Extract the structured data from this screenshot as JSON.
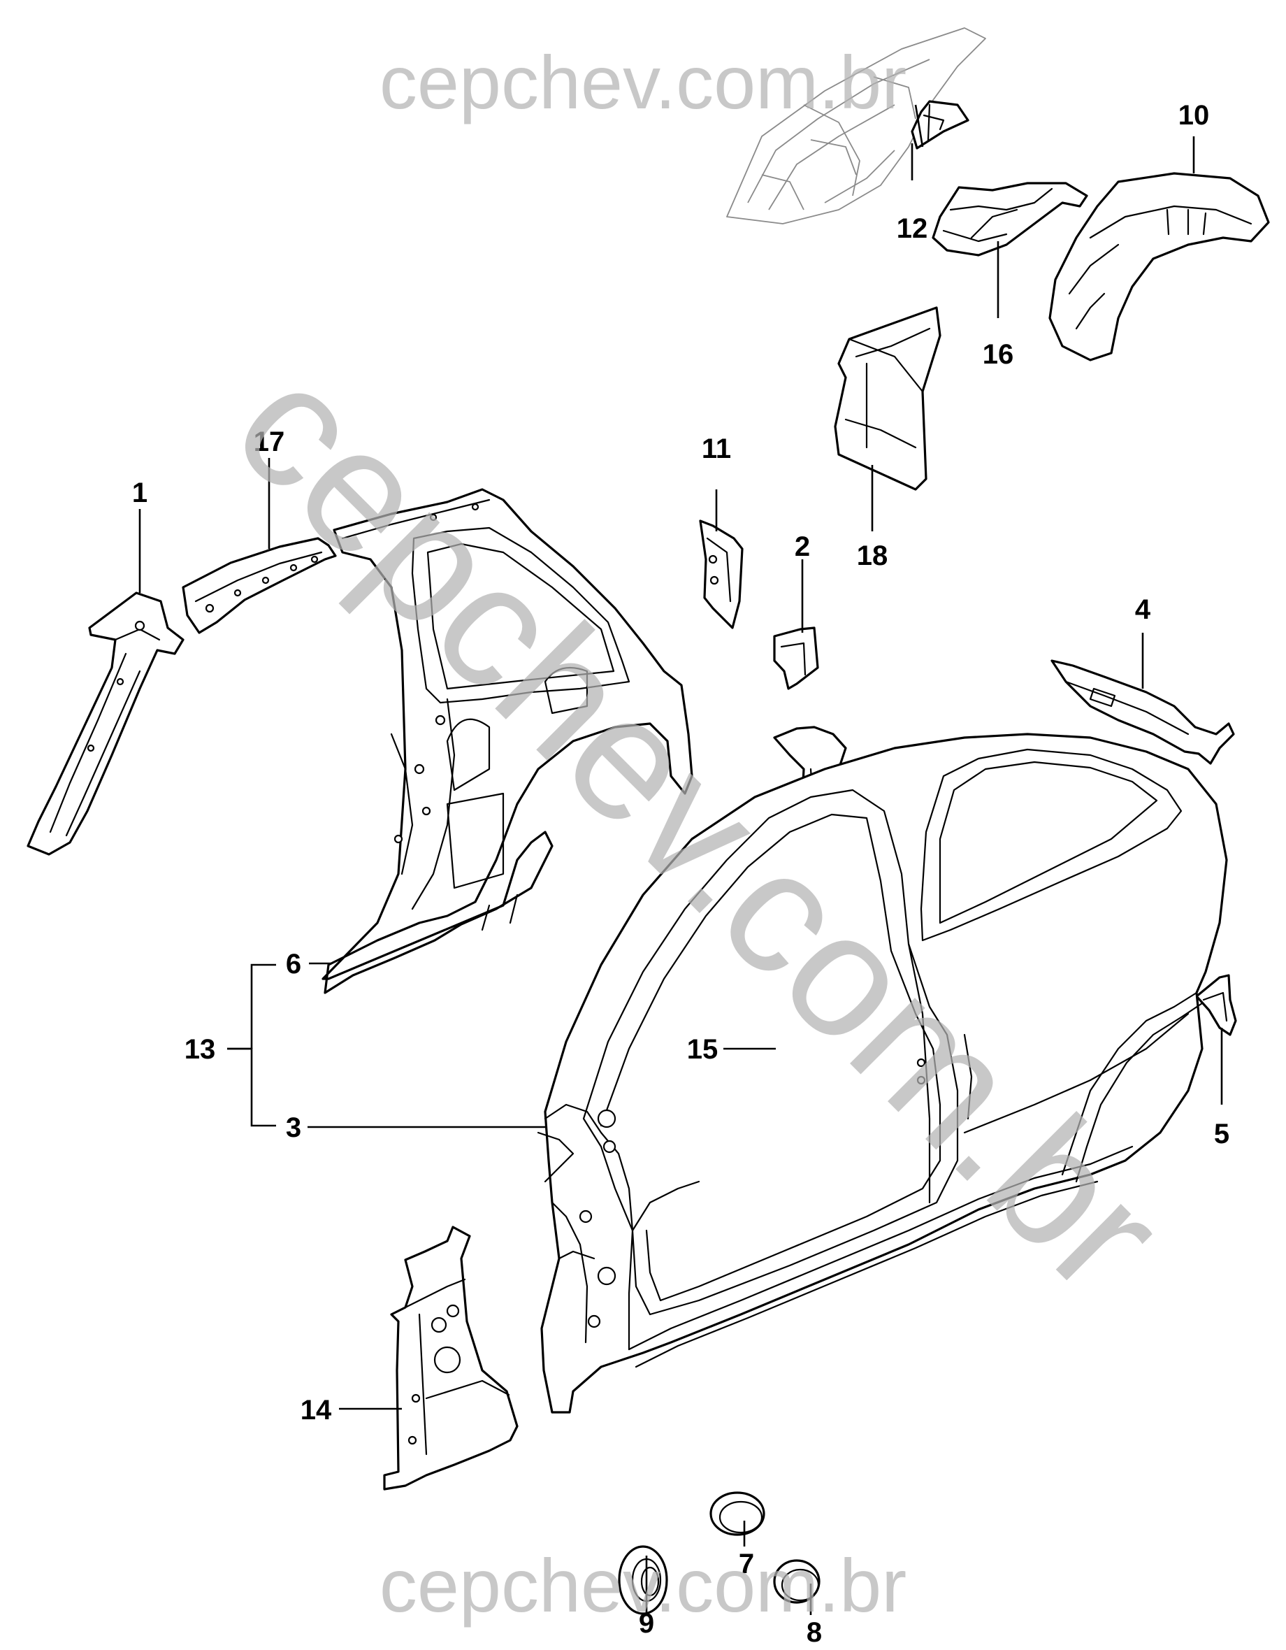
{
  "watermark": {
    "top": "cepchev.com.br",
    "bottom": "cepchev.com.br",
    "diagonal": "cepchev.com.br",
    "color": "#b3b3b3"
  },
  "callouts": {
    "c1": "1",
    "c2": "2",
    "c3": "3",
    "c4": "4",
    "c5": "5",
    "c6": "6",
    "c7": "7",
    "c8": "8",
    "c9": "9",
    "c10": "10",
    "c11": "11",
    "c12": "12",
    "c13": "13",
    "c14": "14",
    "c15": "15",
    "c16": "16",
    "c17": "17",
    "c18": "18"
  }
}
